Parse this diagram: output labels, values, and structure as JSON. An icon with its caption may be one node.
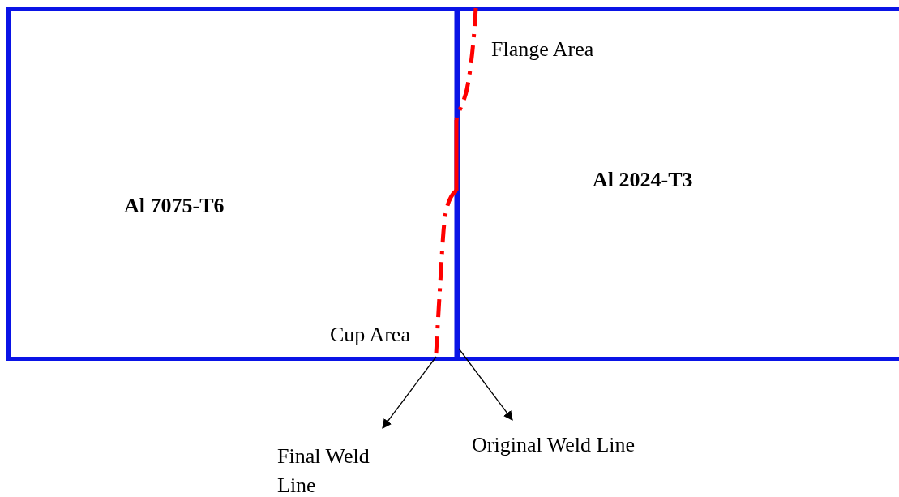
{
  "diagram": {
    "nodes": [
      {
        "text": [
          "Al 7075-T6"
        ]
      },
      {
        "text": [
          "Al 2024-T3"
        ]
      },
      {
        "text": [
          "Final Weld Line"
        ]
      },
      {
        "text": [
          "Original Weld Line"
        ]
      },
      {
        "text": [],
        "shape": "line"
      },
      {
        "text": [],
        "shape": "line"
      }
    ],
    "edges": [
      {
        "from": 4,
        "to": 2,
        "arrow": "to"
      },
      {
        "from": 5,
        "to": 3,
        "arrow": "to"
      }
    ],
    "labels": [
      "Flange Area",
      "Cup Area"
    ]
  }
}
